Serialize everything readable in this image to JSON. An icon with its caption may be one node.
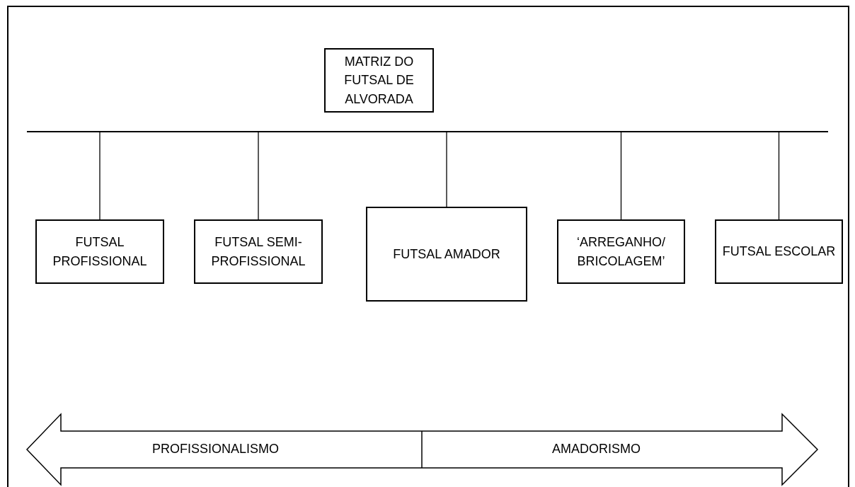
{
  "diagram": {
    "nodes": [
      {
        "text": [
          "MATRIZ DO FUTSAL DE ALVORADA"
        ]
      },
      {
        "text": [],
        "shape": "bar"
      },
      {
        "text": [
          "FUTSAL PROFISSIONAL"
        ]
      },
      {
        "text": [
          "FUTSAL SEMI-PROFISSIONAL"
        ]
      },
      {
        "text": [
          "FUTSAL AMADOR"
        ]
      },
      {
        "text": [
          "‘ARREGANHO/ BRICOLAGEM’"
        ]
      },
      {
        "text": [
          "FUTSAL ESCOLAR"
        ]
      }
    ],
    "edges": [
      {
        "from": 1,
        "to": 2,
        "arrow": "none"
      },
      {
        "from": 1,
        "to": 3,
        "arrow": "none"
      },
      {
        "from": 1,
        "to": 4,
        "arrow": "none"
      },
      {
        "from": 1,
        "to": 5,
        "arrow": "none"
      },
      {
        "from": 1,
        "to": 6,
        "arrow": "none"
      }
    ],
    "labels": [
      "PROFISSIONALISMO",
      "AMADORISMO"
    ]
  }
}
